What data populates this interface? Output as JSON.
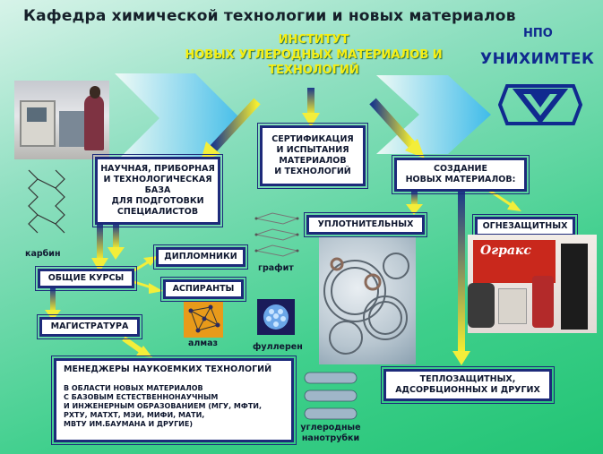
{
  "title": "Кафедра химической технологии и новых материалов",
  "institute": [
    "ИНСТИТУТ",
    "НОВЫХ УГЛЕРОДНЫХ МАТЕРИАЛОВ И",
    "ТЕХНОЛОГИЙ"
  ],
  "npo": {
    "line1": "НПО",
    "line2": "УНИХИМТЕК"
  },
  "boxes": {
    "base": [
      "НАУЧНАЯ, ПРИБОРНАЯ",
      "И ТЕХНОЛОГИЧЕСКАЯ",
      "БАЗА",
      "ДЛЯ ПОДГОТОВКИ",
      "СПЕЦИАЛИСТОВ"
    ],
    "cert": [
      "СЕРТИФИКАЦИЯ",
      "И ИСПЫТАНИЯ",
      "МАТЕРИАЛОВ",
      "И ТЕХНОЛОГИЙ"
    ],
    "creation": [
      "СОЗДАНИЕ",
      "НОВЫХ МАТЕРИАЛОВ:"
    ],
    "sealing": "УПЛОТНИТЕЛЬНЫХ",
    "fireproof": "ОГНЕЗАЩИТНЫХ",
    "diplomants": "ДИПЛОМНИКИ",
    "general": "ОБЩИЕ КУРСЫ",
    "postgrad": "АСПИРАНТЫ",
    "masters": "МАГИСТРАТУРА",
    "managers_title": "МЕНЕДЖЕРЫ НАУКОЕМКИХ ТЕХНОЛОГИЙ",
    "managers_body": [
      "В ОБЛАСТИ НОВЫХ МАТЕРИАЛОВ",
      "С БАЗОВЫМ ЕСТЕСТВЕННОНАУЧНЫМ",
      "И ИНЖЕНЕРНЫМ ОБРАЗОВАНИЕМ (МГУ, МФТИ,",
      "РХТУ, МАТХТ, МЭИ, МИФИ, МАТИ,",
      "МВТУ ИМ.БАУМАНА И ДРУГИЕ)"
    ],
    "thermal": [
      "ТЕПЛОЗАЩИТНЫХ,",
      "АДСОРБЦИОННЫХ И ДРУГИХ"
    ]
  },
  "captions": {
    "karbin": "карбин",
    "grafit": "графит",
    "almaz": "алмаз",
    "fulleren": "фуллерен",
    "nanotubes": [
      "углеродные",
      "нанотрубки"
    ]
  },
  "product_label": "Огракс",
  "colors": {
    "box_border": "#1d2a7a",
    "arrow_yellow": "#f3ee3a",
    "brand_blue": "#102a8f",
    "institute_yellow": "#f5ee14"
  }
}
